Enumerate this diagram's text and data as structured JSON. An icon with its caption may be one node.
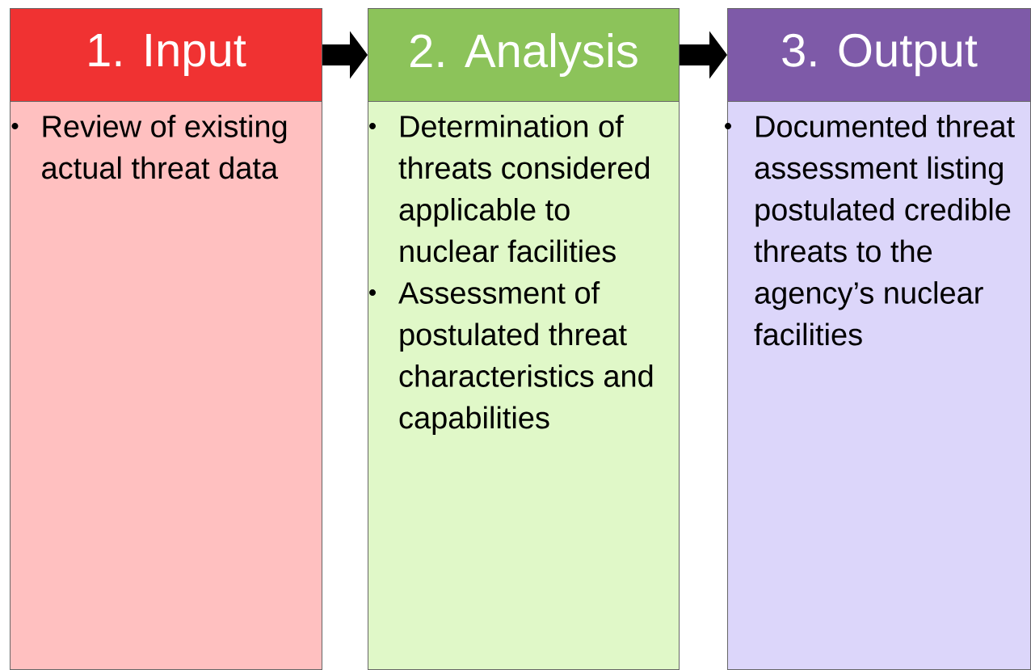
{
  "diagram": {
    "nodes": [
      {
        "text": [
          "1. Input"
        ]
      },
      {
        "text": [
          "2. Analysis"
        ]
      },
      {
        "text": [
          "3. Output"
        ]
      },
      {
        "text": [
          "Review of existing actual threat data"
        ]
      },
      {
        "text": [
          "Determination of threats considered applicable to nuclear facilities",
          "Assessment of postulated threat characteristics and capabilities"
        ]
      },
      {
        "text": [
          "Documented threat assessment listing postulated credible threats to the agency’s nuclear facilities"
        ]
      }
    ],
    "edges": [
      {
        "from": 0,
        "to": 1,
        "arrow": "to"
      },
      {
        "from": 1,
        "to": 2,
        "arrow": "to"
      }
    ]
  }
}
